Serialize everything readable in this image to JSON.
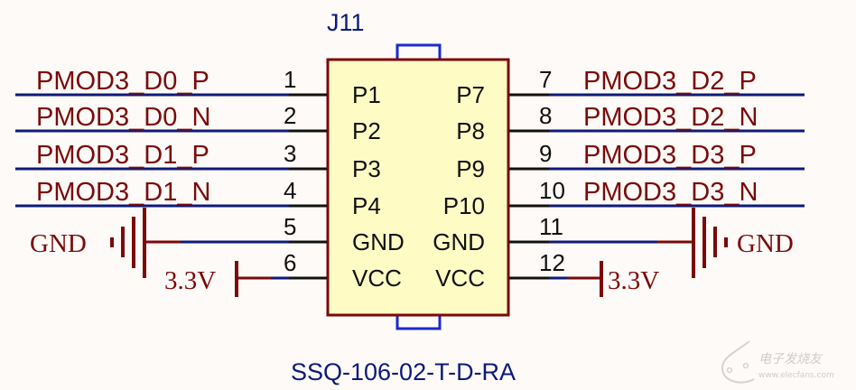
{
  "component": {
    "designator": "J11",
    "part_number": "SSQ-106-02-T-D-RA"
  },
  "colors": {
    "body_fill": "#fefbc4",
    "body_border": "#7a0a0a",
    "wire": "#0d1a7a",
    "net_label": "#7a0a0a",
    "pin_line": "#111111",
    "tab": "#1a2ad0",
    "background": "#fdfaf8"
  },
  "left_pins": [
    {
      "number": "1",
      "name": "P1",
      "net": "PMOD3_D0_P"
    },
    {
      "number": "2",
      "name": "P2",
      "net": "PMOD3_D0_N"
    },
    {
      "number": "3",
      "name": "P3",
      "net": "PMOD3_D1_P"
    },
    {
      "number": "4",
      "name": "P4",
      "net": "PMOD3_D1_N"
    },
    {
      "number": "5",
      "name": "GND",
      "net": "GND"
    },
    {
      "number": "6",
      "name": "VCC",
      "net": "3.3V"
    }
  ],
  "right_pins": [
    {
      "number": "7",
      "name": "P7",
      "net": "PMOD3_D2_P"
    },
    {
      "number": "8",
      "name": "P8",
      "net": "PMOD3_D2_N"
    },
    {
      "number": "9",
      "name": "P9",
      "net": "PMOD3_D3_P"
    },
    {
      "number": "10",
      "name": "P10",
      "net": "PMOD3_D3_N"
    },
    {
      "number": "11",
      "name": "GND",
      "net": "GND"
    },
    {
      "number": "12",
      "name": "VCC",
      "net": "3.3V"
    }
  ],
  "power": {
    "gnd_label": "GND",
    "vcc_label": "3.3V"
  },
  "watermark": {
    "title": "电子发烧友",
    "url": "www.elecfans.com"
  }
}
